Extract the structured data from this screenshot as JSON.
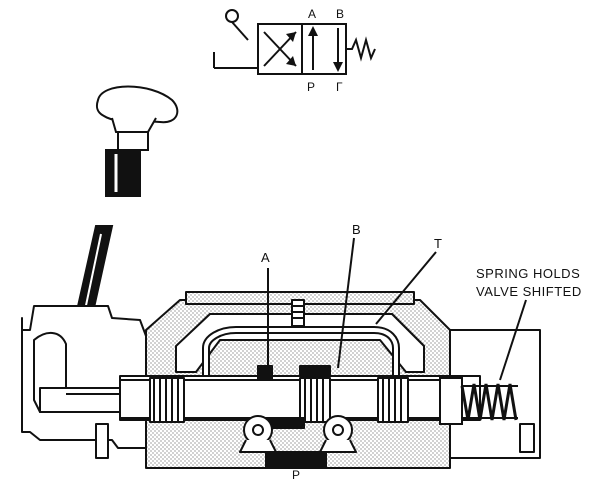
{
  "symbol": {
    "port_a": "A",
    "port_b": "B",
    "port_p": "P",
    "port_t": "Γ"
  },
  "callouts": {
    "a": "A",
    "b": "B",
    "t": "T",
    "p": "P",
    "spring_line1": "SPRING HOLDS",
    "spring_line2": "VALVE SHIFTED"
  },
  "colors": {
    "ink": "#111111",
    "paper": "#ffffff"
  }
}
